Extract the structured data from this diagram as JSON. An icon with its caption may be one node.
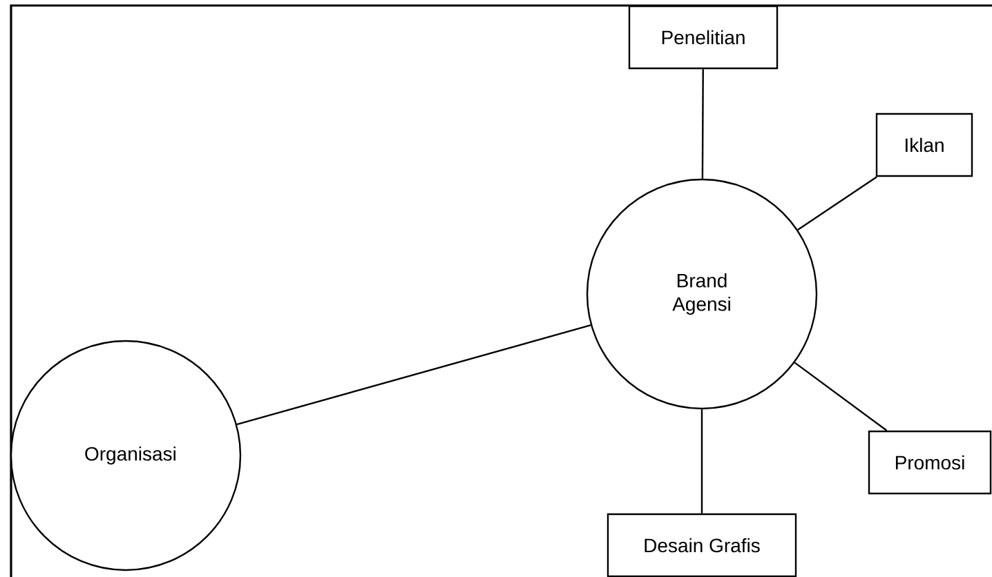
{
  "diagram": {
    "nodes": [
      {
        "text": [
          "Penelitian"
        ]
      },
      {
        "text": [
          "Iklan"
        ]
      },
      {
        "text": [
          "Brand Agensi"
        ]
      },
      {
        "text": [
          "Organisasi"
        ]
      },
      {
        "text": [
          "Promosi"
        ]
      },
      {
        "text": [
          "Desain Grafis"
        ]
      }
    ],
    "edges": [
      {
        "from": 2,
        "to": 0,
        "arrow": "none"
      },
      {
        "from": 2,
        "to": 1,
        "arrow": "none"
      },
      {
        "from": 2,
        "to": 3,
        "arrow": "none"
      },
      {
        "from": 2,
        "to": 4,
        "arrow": "none"
      },
      {
        "from": 2,
        "to": 5,
        "arrow": "none"
      }
    ]
  }
}
